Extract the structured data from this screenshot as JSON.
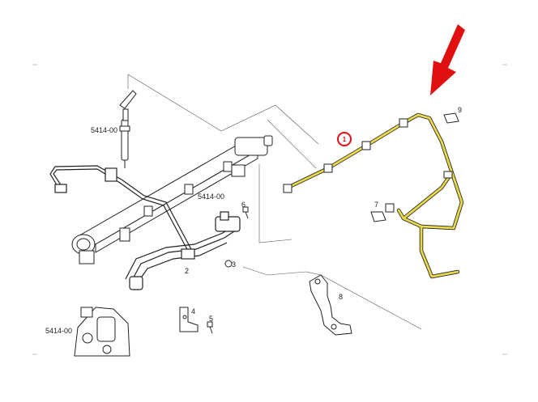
{
  "labels": {
    "injector_ref": "5414-00",
    "rail_ref": "5414-00",
    "pump_ref": "5414-00",
    "part_2": "2",
    "part_3": "3",
    "part_4": "4",
    "part_5": "5",
    "part_6": "6",
    "part_7": "7",
    "part_8": "8",
    "part_9": "9",
    "callout_1": "1"
  },
  "colors": {
    "highlight_pipe": "#e8d84a",
    "arrow": "#e01010",
    "line": "#222222",
    "leader": "#555555"
  },
  "icons": {
    "pointer": "down-left-arrow-icon",
    "callout": "circled-number-icon"
  }
}
